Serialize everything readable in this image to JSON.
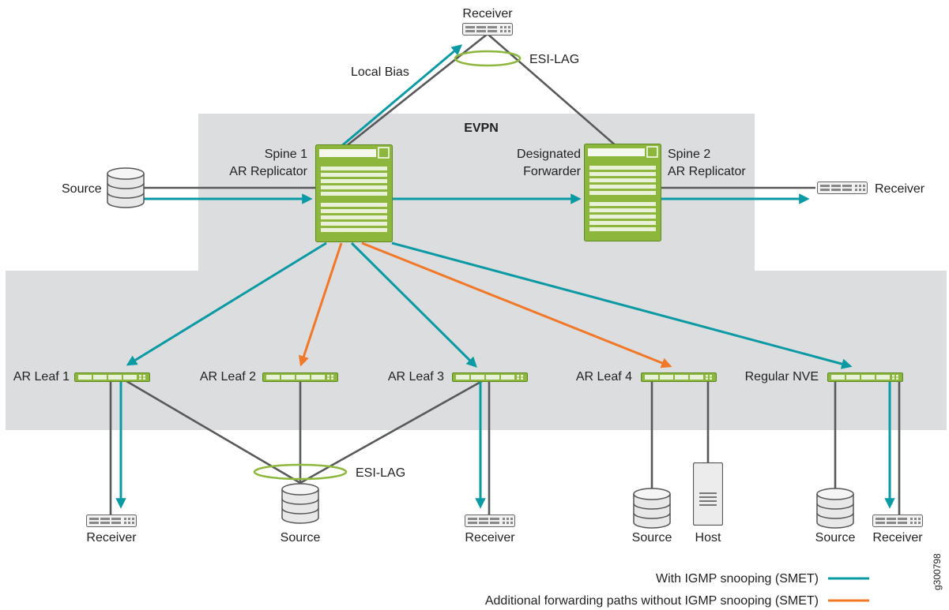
{
  "zones": {
    "evpn_label": "EVPN"
  },
  "spines": [
    {
      "id": "spine1",
      "name": "Spine 1",
      "role": "AR Replicator"
    },
    {
      "id": "spine2",
      "name": "Spine 2",
      "role": "AR Replicator",
      "extra": [
        "Designated",
        "Forwarder"
      ]
    }
  ],
  "leaves": [
    {
      "id": "leaf1",
      "name": "AR Leaf 1"
    },
    {
      "id": "leaf2",
      "name": "AR Leaf 2"
    },
    {
      "id": "leaf3",
      "name": "AR Leaf 3"
    },
    {
      "id": "leaf4",
      "name": "AR Leaf 4"
    },
    {
      "id": "nve",
      "name": "Regular NVE"
    }
  ],
  "endpoints": {
    "top_receiver": "Receiver",
    "left_source": "Source",
    "right_receiver": "Receiver",
    "leaf1_receiver": "Receiver",
    "mid_source": "Source",
    "leaf3_receiver": "Receiver",
    "leaf4_source": "Source",
    "leaf4_host": "Host",
    "nve_source": "Source",
    "nve_receiver": "Receiver"
  },
  "annotations": {
    "esi_lag_top": "ESI-LAG",
    "esi_lag_bottom": "ESI-LAG",
    "local_bias": "Local Bias"
  },
  "legend": [
    {
      "label": "With IGMP snooping (SMET)",
      "color": "#0a9aa4"
    },
    {
      "label": "Additional forwarding paths without IGMP snooping (SMET)",
      "color": "#f07828"
    }
  ],
  "figure_id": "g300798",
  "colors": {
    "teal": "#0a9aa4",
    "orange": "#f07828",
    "device_green": "#8cb63c",
    "zone_gray": "#dcdddf"
  }
}
